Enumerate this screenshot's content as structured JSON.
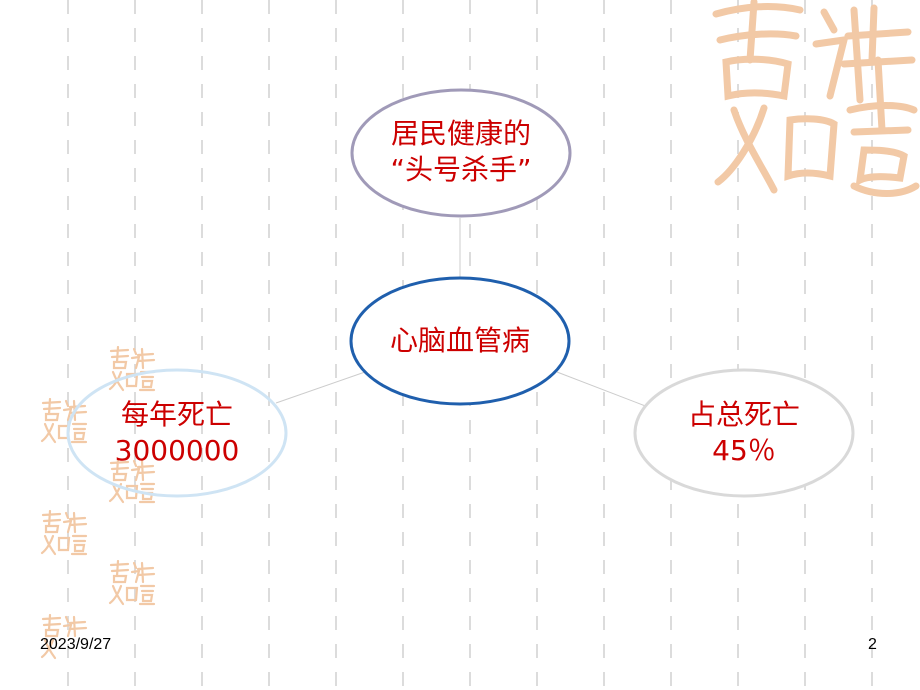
{
  "slide": {
    "date": "2023/9/27",
    "page_number": "2"
  },
  "diagram": {
    "center": {
      "label": "心脑血管病"
    },
    "top": {
      "line1": "居民健康的",
      "line2": "“头号杀手”"
    },
    "left": {
      "line1": "每年死亡",
      "line2": "3000000"
    },
    "right": {
      "line1": "占总死亡",
      "line2": "45％"
    }
  },
  "colors": {
    "text_red": "#cc0000",
    "center_border": "#1f5fad",
    "top_border": "#a09ab8",
    "left_border": "#cfe4f4",
    "right_border": "#d9d9d9",
    "connector": "#cccccc",
    "decoration": "#f2c9a6",
    "grid_line": "#dcdcdc"
  }
}
